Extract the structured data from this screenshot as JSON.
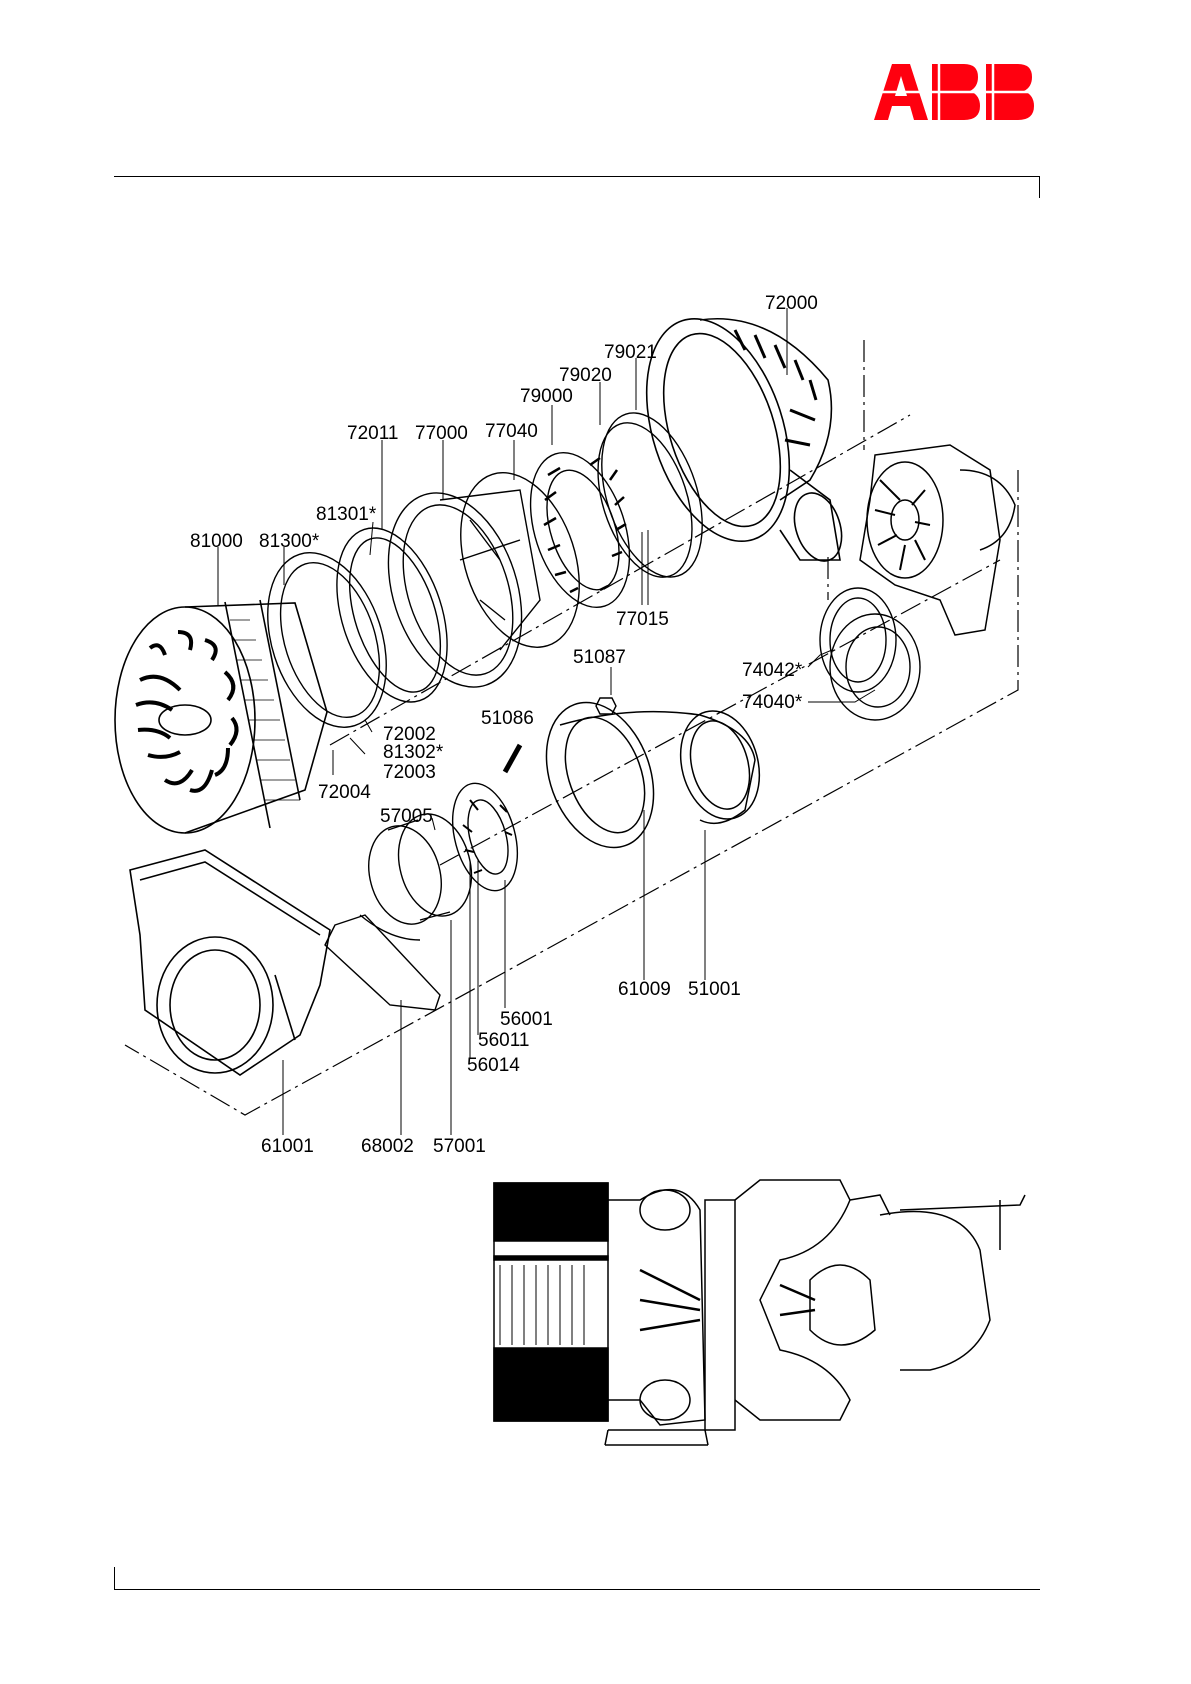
{
  "brand": {
    "logo_text": "ABB",
    "color": "#ff000f"
  },
  "labels": {
    "l72000": "72000",
    "l79021": "79021",
    "l79020": "79020",
    "l79000": "79000",
    "l72011": "72011",
    "l77000": "77000",
    "l77040": "77040",
    "l81301": "81301*",
    "l81000": "81000",
    "l81300": "81300*",
    "l77015": "77015",
    "l51087": "51087",
    "l74042": "74042*",
    "l74040": "74040*",
    "l51086": "51086",
    "l72002": "72002",
    "l81302": "81302*",
    "l72003": "72003",
    "l72004": "72004",
    "l57005": "57005",
    "l61009": "61009",
    "l51001": "51001",
    "l56001": "56001",
    "l56011": "56011",
    "l56014": "56014",
    "l61001": "61001",
    "l68002": "68002",
    "l57001": "57001"
  }
}
